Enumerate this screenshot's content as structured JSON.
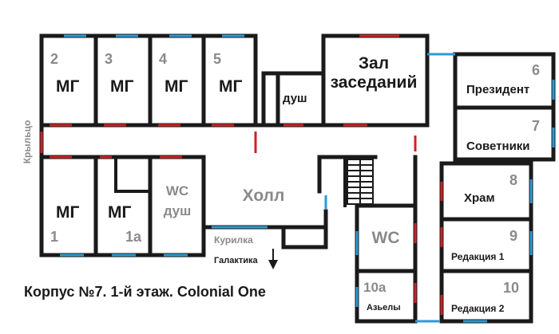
{
  "caption": "Корпус №7. 1-й этаж. Colonial One",
  "porch_label": "Крыльцо",
  "hall_label": "Холл",
  "smoking_label": "Курилка",
  "galaktika_label": "Галактика",
  "colors": {
    "door_red": "#cc2222",
    "door_blue": "#2a9bd6",
    "wall": "#1a1a1a",
    "muted": "#8a8a8a"
  },
  "icons": {
    "exit_arrow": "arrow-down-icon",
    "stairs": "staircase-icon"
  },
  "rooms": {
    "r2": {
      "number": "2",
      "name": "МГ"
    },
    "r3": {
      "number": "3",
      "name": "МГ"
    },
    "r4": {
      "number": "4",
      "name": "МГ"
    },
    "r5": {
      "number": "5",
      "name": "МГ"
    },
    "shower_top": {
      "name": "душ"
    },
    "conference": {
      "line1": "Зал",
      "line2": "заседаний"
    },
    "r6": {
      "number": "6",
      "name": "Президент"
    },
    "r7": {
      "number": "7",
      "name": "Советники"
    },
    "r8": {
      "number": "8",
      "name": "Храм"
    },
    "r9": {
      "number": "9",
      "name": "Редакция 1"
    },
    "r10": {
      "number": "10",
      "name": "Редакция 2"
    },
    "r1": {
      "number": "1",
      "name": "МГ"
    },
    "r1a": {
      "number": "1а",
      "name": "МГ"
    },
    "wc_shower": {
      "line1": "WC",
      "line2": "душ"
    },
    "wc_right": {
      "name": "WC"
    },
    "r10a": {
      "number": "10а",
      "name": "Азьелы"
    }
  }
}
